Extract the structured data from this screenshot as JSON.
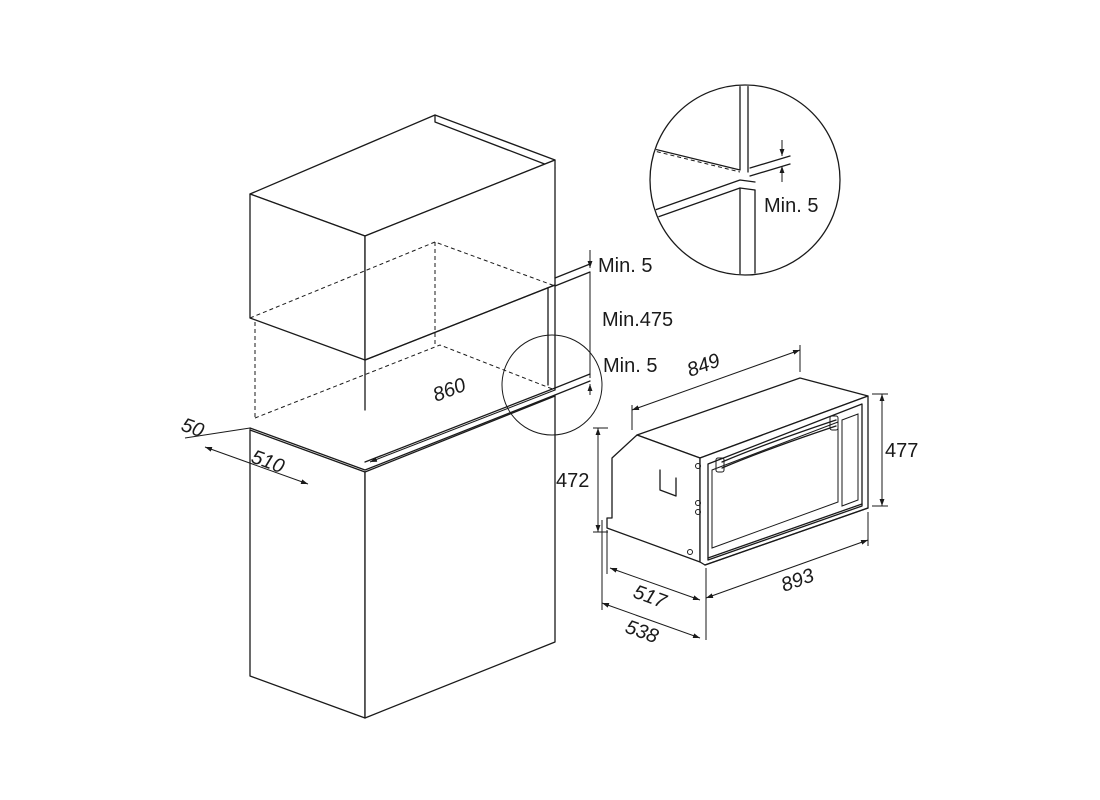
{
  "labels": {
    "cabinet_gap_top": "Min. 5",
    "cabinet_niche_height": "Min.475",
    "cabinet_gap_bottom": "Min. 5",
    "cabinet_niche_width": "860",
    "cabinet_depth": "510",
    "cabinet_front_offset": "50",
    "detail_gap": "Min. 5",
    "appliance_width_top": "849",
    "appliance_height_front": "477",
    "appliance_height_side": "472",
    "appliance_width_front": "893",
    "appliance_depth_body": "517",
    "appliance_depth_total": "538"
  },
  "colors": {
    "line": "#1a1a1a",
    "background": "#ffffff"
  }
}
